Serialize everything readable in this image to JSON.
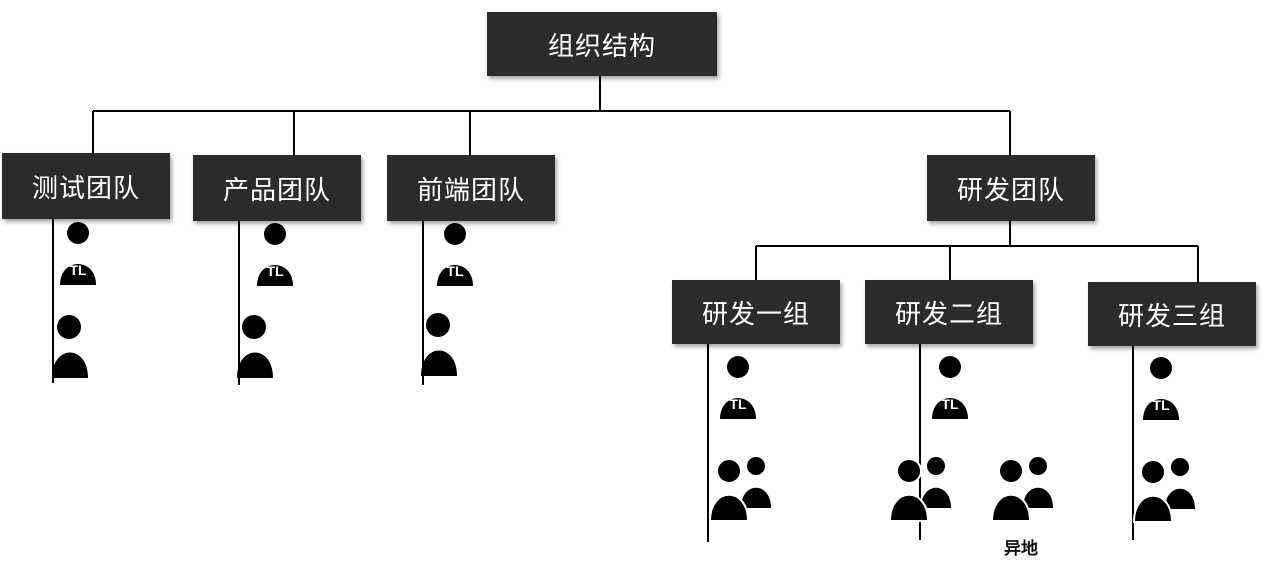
{
  "root": {
    "label": "组织结构"
  },
  "teams": [
    {
      "label": "测试团队"
    },
    {
      "label": "产品团队"
    },
    {
      "label": "前端团队"
    },
    {
      "label": "研发团队"
    }
  ],
  "dev_groups": [
    {
      "label": "研发一组"
    },
    {
      "label": "研发二组"
    },
    {
      "label": "研发三组"
    }
  ],
  "leader_badge": "TL",
  "remote_label": "异地",
  "colors": {
    "node_fill": "#2b2b2b",
    "node_text": "#ffffff",
    "line": "#000000",
    "icon": "#000000"
  }
}
